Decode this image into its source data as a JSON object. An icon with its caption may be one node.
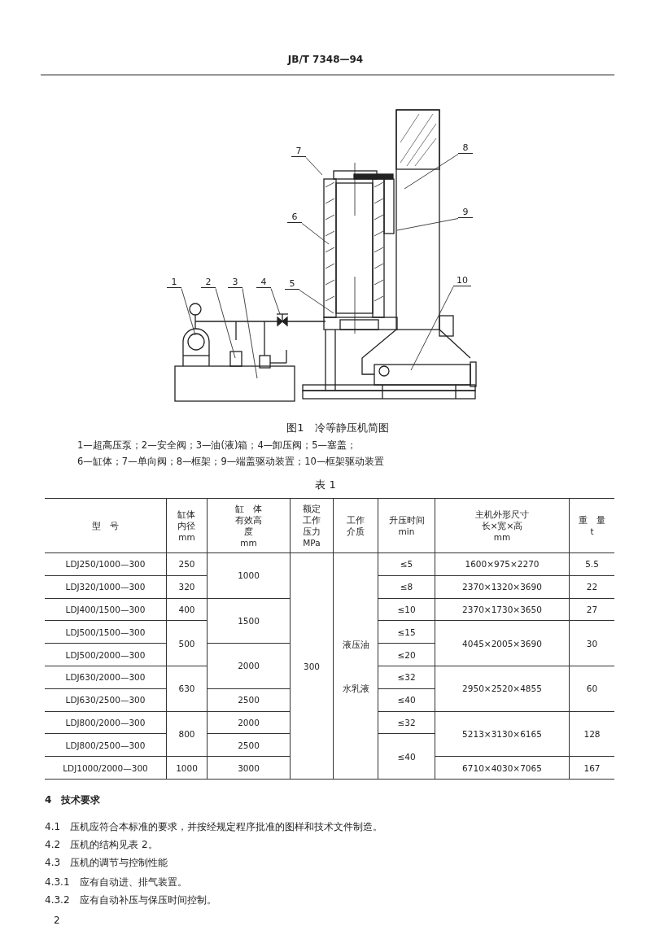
{
  "diagram": {
    "caption": "图1　冷等静压机简图",
    "nodes": [
      {
        "text": [
          "1"
        ]
      },
      {
        "text": [
          "2"
        ]
      },
      {
        "text": [
          "3"
        ]
      },
      {
        "text": [
          "4"
        ]
      },
      {
        "text": [
          "5"
        ]
      },
      {
        "text": [
          "6"
        ]
      },
      {
        "text": [
          "7"
        ]
      },
      {
        "text": [
          "8"
        ]
      },
      {
        "text": [
          "9"
        ]
      },
      {
        "text": [
          "10"
        ]
      }
    ],
    "edges": [
      {
        "from": 0,
        "to": null,
        "arrow": "none"
      },
      {
        "from": 1,
        "to": null,
        "arrow": "none"
      },
      {
        "from": 2,
        "to": null,
        "arrow": "none"
      },
      {
        "from": 3,
        "to": null,
        "arrow": "none"
      },
      {
        "from": 4,
        "to": null,
        "arrow": "none"
      },
      {
        "from": 5,
        "to": null,
        "arrow": "none"
      },
      {
        "from": 6,
        "to": null,
        "arrow": "none"
      },
      {
        "from": 7,
        "to": null,
        "arrow": "none"
      },
      {
        "from": 8,
        "to": null,
        "arrow": "none"
      },
      {
        "from": 9,
        "to": null,
        "arrow": "none"
      }
    ],
    "labels": [
      "JB/T 7348—94",
      "1—超高压泵；2—安全阀；3—油(液)箱；4—卸压阀；5—塞盖；",
      "6—缸体；7—单向阀；8—框架；9—端盖驱动装置；10—框架驱动装置",
      "表 1",
      "型　号",
      "缸体内径",
      "mm",
      "缸　体有效高度",
      "mm",
      "额定工作压力",
      "MPa",
      "工作介质",
      "升压时间",
      "min",
      "主机外形尺寸",
      "长×宽×高",
      "mm",
      "重　量",
      "t",
      "LDJ250/1000—300",
      "250",
      "1000",
      "300",
      "液压油",
      "水乳液",
      "≤5",
      "1600×975×2270",
      "5.5",
      "LDJ320/1000—300",
      "320",
      "≤8",
      "2370×1320×3690",
      "22",
      "LDJ400/1500—300",
      "400",
      "1500",
      "≤10",
      "2370×1730×3650",
      "27",
      "LDJ500/1500—300",
      "500",
      "≤15",
      "4045×2005×3690",
      "30",
      "LDJ500/2000—300",
      "2000",
      "≤20",
      "LDJ630/2000—300",
      "630",
      "≤32",
      "2950×2520×4855",
      "60",
      "LDJ630/2500—300",
      "2500",
      "≤40",
      "LDJ800/2000—300",
      "800",
      "2000",
      "≤32",
      "5213×3130×6165",
      "128",
      "LDJ800/2500—300",
      "2500",
      "≤40",
      "LDJ1000/2000—300",
      "1000",
      "3000",
      "6710×4030×7065",
      "167",
      "4　技术要求",
      "4.1　压机应符合本标准的要求，并按经规定程序批准的图样和技术文件制造。",
      "4.2　压机的结构见表 2。",
      "4.3　压机的调节与控制性能",
      "4.3.1　应有自动进、排气装置。",
      "4.3.2　应有自动补压与保压时间控制。",
      "2"
    ]
  }
}
